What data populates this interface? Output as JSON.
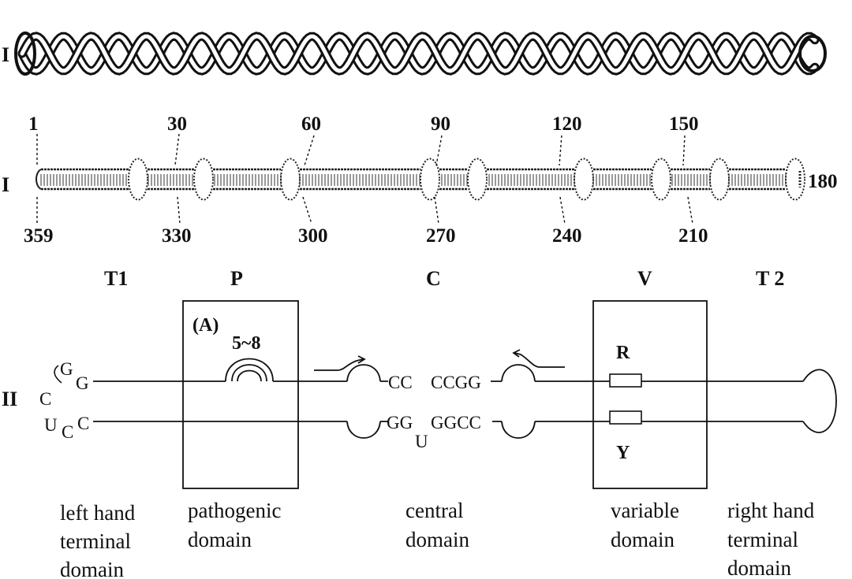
{
  "row_labels": {
    "row1": "I",
    "row2": "I",
    "row3": "II"
  },
  "secondary_structure": {
    "top_numbers": [
      "1",
      "30",
      "60",
      "90",
      "120",
      "150"
    ],
    "right_number": "180",
    "bottom_numbers": [
      "359",
      "330",
      "300",
      "270",
      "240",
      "210"
    ]
  },
  "domains": {
    "T1": {
      "code": "T1",
      "caption": [
        "left hand",
        "terminal",
        "domain"
      ]
    },
    "P": {
      "code": "P",
      "caption": [
        "pathogenic",
        "domain"
      ],
      "marker": "(A)",
      "range": "5~8"
    },
    "C": {
      "code": "C",
      "caption": [
        "central",
        "domain"
      ]
    },
    "V": {
      "code": "V",
      "caption": [
        "variable",
        "domain"
      ],
      "upper_box": "R",
      "lower_box": "Y"
    },
    "T2": {
      "code": "T 2",
      "caption": [
        "right hand",
        "terminal",
        "domain"
      ]
    }
  },
  "sequences": {
    "left_loop": {
      "g1": "G",
      "g2": "G",
      "c1": "C",
      "u": "U",
      "c2": "C",
      "c3": "C"
    },
    "central": {
      "top_left": "CC",
      "top_right": "CCGG",
      "bottom_left": "GG",
      "bottom_right": "GGCC",
      "bulge": "U"
    }
  },
  "colors": {
    "ink": "#111111",
    "paper": "#ffffff"
  }
}
